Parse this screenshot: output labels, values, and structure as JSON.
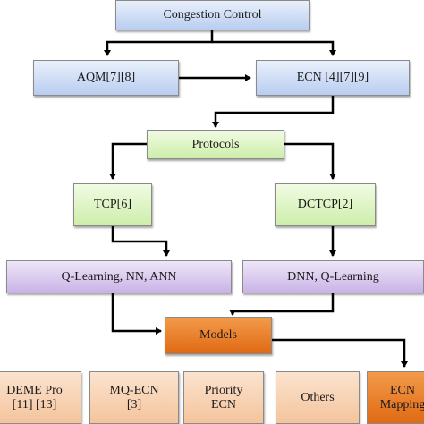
{
  "nodes": {
    "congestion_control": "Congestion Control",
    "aqm": "AQM[7][8]",
    "ecn": "ECN [4][7][9]",
    "protocols": "Protocols",
    "tcp": "TCP[6]",
    "dctcp": "DCTCP[2]",
    "q_learning_nn_ann": "Q-Learning, NN, ANN",
    "dnn_q_learning": "DNN, Q-Learning",
    "models": "Models",
    "deme_pro_line1": "DEME Pro",
    "deme_pro_line2": "[11] [13]",
    "mq_ecn_line1": "MQ-ECN",
    "mq_ecn_line2": "[3]",
    "priority_ecn_line1": "Priority",
    "priority_ecn_line2": "ECN",
    "others": "Others",
    "ecn_mapping_line1": "ECN",
    "ecn_mapping_line2": "Mapping"
  },
  "colors": {
    "blue_box": "#b9cdf0",
    "green_box": "#cdeeaa",
    "purple_box": "#c9b3e6",
    "orange_box": "#f4c49c",
    "models_box": "#e06a14",
    "arrow": "#000000"
  }
}
